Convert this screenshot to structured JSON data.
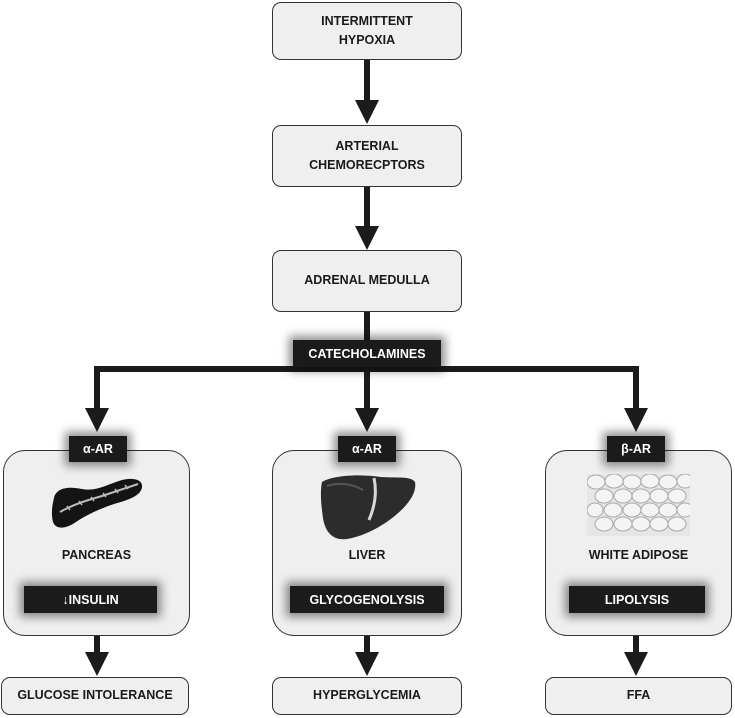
{
  "chain": {
    "hypoxia_line1": "INTERMITTENT",
    "hypoxia_line2": "HYPOXIA",
    "chemo_line1": "ARTERIAL",
    "chemo_line2": "CHEMORECPTORS",
    "adrenal": "ADRENAL MEDULLA",
    "catecholamines": "CATECHOLAMINES"
  },
  "branches": [
    {
      "receptor": "α-AR",
      "organ": "PANCREAS",
      "effect": "↓INSULIN",
      "outcome": "GLUCOSE INTOLERANCE",
      "icon": "pancreas-icon"
    },
    {
      "receptor": "α-AR",
      "organ": "LIVER",
      "effect": "GLYCOGENOLYSIS",
      "outcome": "HYPERGLYCEMIA",
      "icon": "liver-icon"
    },
    {
      "receptor": "β-AR",
      "organ": "WHITE ADIPOSE",
      "effect": "LIPOLYSIS",
      "outcome": "FFA",
      "icon": "adipose-tissue-icon"
    }
  ],
  "colors": {
    "arrow": "#1b1b1b",
    "box_fill": "#efefef",
    "tag_fill": "#1b1b1b"
  }
}
